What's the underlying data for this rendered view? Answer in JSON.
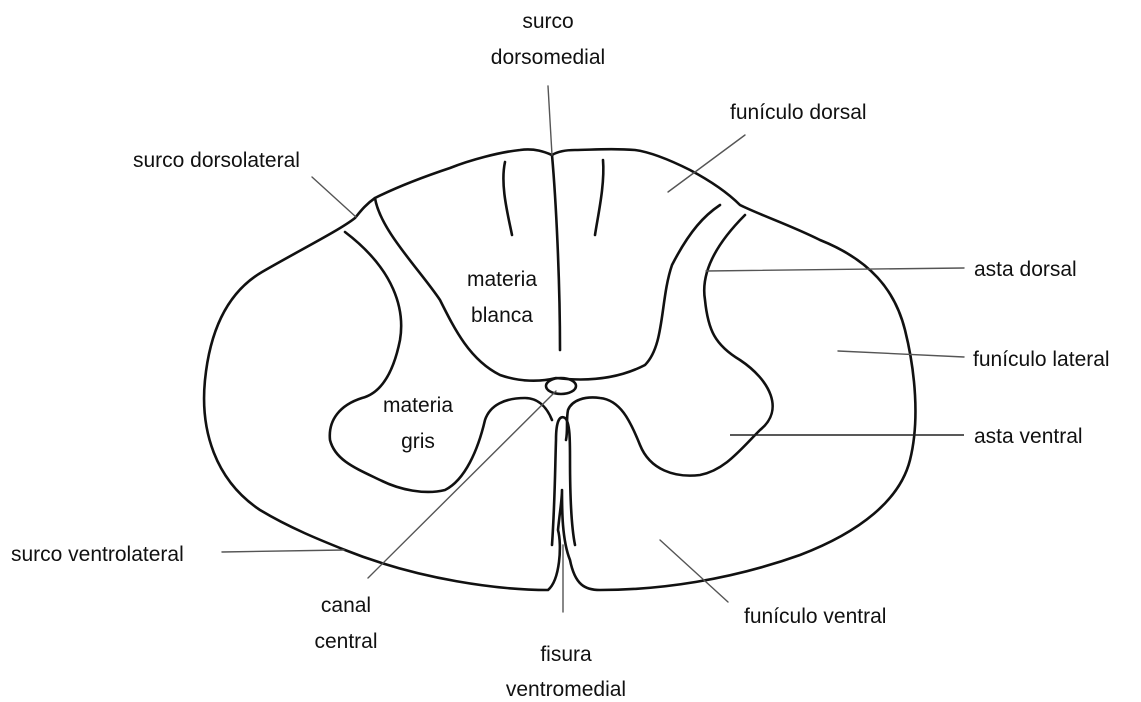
{
  "labels": {
    "surco_dorsomedial_1": "surco",
    "surco_dorsomedial_2": "dorsomedial",
    "funiculo_dorsal": "funículo dorsal",
    "surco_dorsolateral": "surco dorsolateral",
    "asta_dorsal": "asta dorsal",
    "materia_blanca_1": "materia",
    "materia_blanca_2": "blanca",
    "funiculo_lateral": "funículo lateral",
    "materia_gris_1": "materia",
    "materia_gris_2": "gris",
    "asta_ventral": "asta ventral",
    "surco_ventrolateral": "surco ventrolateral",
    "canal_central_1": "canal",
    "canal_central_2": "central",
    "funiculo_ventral": "funículo ventral",
    "fisura_ventromedial_1": "fisura",
    "fisura_ventromedial_2": "ventromedial"
  },
  "colors": {
    "outline": "#111111",
    "leader": "#555555",
    "background": "#ffffff"
  }
}
